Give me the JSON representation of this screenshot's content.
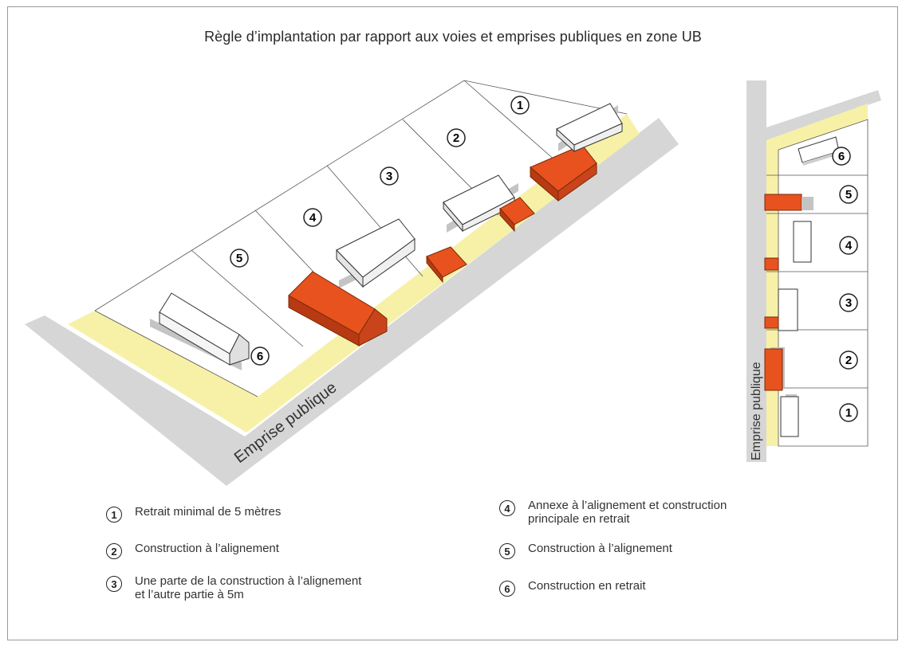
{
  "title": "Règle d’implantation par rapport aux voies et emprises publiques en zone UB",
  "road_label_main": "Emprise publique",
  "road_label_plan": "Emprise publique",
  "lot_numbers_main": [
    "1",
    "2",
    "3",
    "4",
    "5",
    "6"
  ],
  "lot_numbers_plan": [
    "6",
    "5",
    "4",
    "3",
    "2",
    "1"
  ],
  "legend": [
    {
      "num": "1",
      "text": "Retrait minimal de 5 mètres"
    },
    {
      "num": "2",
      "text": "Construction à l’alignement"
    },
    {
      "num": "3",
      "text": "Une parte de la construction à l’alignement\net l’autre partie à 5m"
    },
    {
      "num": "4",
      "text": "Annexe à l’alignement et construction\nprincipale en retrait"
    },
    {
      "num": "5",
      "text": "Construction à l’alignement"
    },
    {
      "num": "6",
      "text": "Construction en retrait"
    }
  ],
  "colors": {
    "setback_strip": "#f7f1a8",
    "road": "#d6d6d6",
    "building_red": "#e8521e",
    "building_red_dark": "#b83a12",
    "building_white": "#ffffff",
    "shadow": "#bdbdbd"
  }
}
